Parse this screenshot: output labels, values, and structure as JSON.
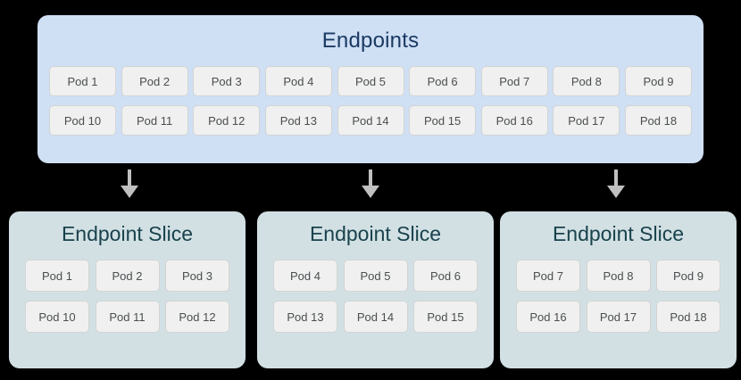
{
  "diagram": {
    "background_color": "#000000",
    "endpoints": {
      "title": "Endpoints",
      "background_color": "#cfdff4",
      "title_color": "#1a3a63",
      "rows": [
        [
          "Pod 1",
          "Pod 2",
          "Pod 3",
          "Pod 4",
          "Pod 5",
          "Pod 6",
          "Pod 7",
          "Pod 8",
          "Pod 9"
        ],
        [
          "Pod 10",
          "Pod 11",
          "Pod 12",
          "Pod 13",
          "Pod 14",
          "Pod 15",
          "Pod 16",
          "Pod 17",
          "Pod 18"
        ]
      ]
    },
    "arrows": [
      {
        "name": "arrow-to-slice-1",
        "color": "#c0c0c0",
        "direction": "down"
      },
      {
        "name": "arrow-to-slice-2",
        "color": "#c0c0c0",
        "direction": "down"
      },
      {
        "name": "arrow-to-slice-3",
        "color": "#c0c0c0",
        "direction": "down"
      }
    ],
    "slices": [
      {
        "title": "Endpoint Slice",
        "background_color": "#d2e0e4",
        "title_color": "#19424c",
        "rows": [
          [
            "Pod 1",
            "Pod 2",
            "Pod 3"
          ],
          [
            "Pod 10",
            "Pod 11",
            "Pod 12"
          ]
        ]
      },
      {
        "title": "Endpoint Slice",
        "background_color": "#d2e0e4",
        "title_color": "#19424c",
        "rows": [
          [
            "Pod 4",
            "Pod 5",
            "Pod 6"
          ],
          [
            "Pod 13",
            "Pod 14",
            "Pod 15"
          ]
        ]
      },
      {
        "title": "Endpoint Slice",
        "background_color": "#d2e0e4",
        "title_color": "#19424c",
        "rows": [
          [
            "Pod 7",
            "Pod 8",
            "Pod 9"
          ],
          [
            "Pod 16",
            "Pod 17",
            "Pod 18"
          ]
        ]
      }
    ],
    "pod_style": {
      "background_color": "#eff0ef",
      "border_color": "#d3d4d3",
      "text_color": "#4b4e51"
    }
  }
}
